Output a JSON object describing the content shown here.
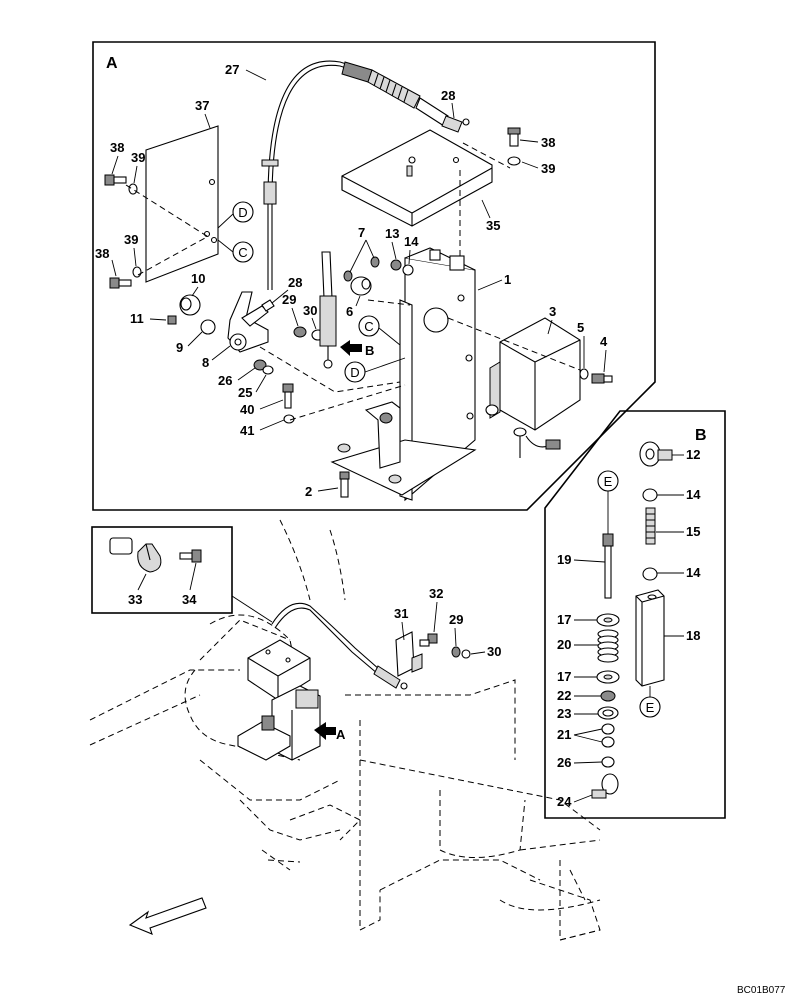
{
  "frame_a_label": "A",
  "frame_b_label": "B",
  "view_a_arrow_label": "A",
  "view_b_arrow_label": "B",
  "refs": {
    "c": "C",
    "d": "D",
    "e": "E"
  },
  "part_numbers": {
    "p1": "1",
    "p2": "2",
    "p3": "3",
    "p4": "4",
    "p5": "5",
    "p6": "6",
    "p7": "7",
    "p8": "8",
    "p9": "9",
    "p10": "10",
    "p11": "11",
    "p12": "12",
    "p13": "13",
    "p14": "14",
    "p15": "15",
    "p17": "17",
    "p18": "18",
    "p19": "19",
    "p20": "20",
    "p21": "21",
    "p22": "22",
    "p23": "23",
    "p24": "24",
    "p25": "25",
    "p26": "26",
    "p27": "27",
    "p28": "28",
    "p29": "29",
    "p30": "30",
    "p31": "31",
    "p32": "32",
    "p33": "33",
    "p34": "34",
    "p35": "35",
    "p37": "37",
    "p38": "38",
    "p39": "39",
    "p40": "40",
    "p41": "41"
  },
  "drawing_code": "BC01B077"
}
